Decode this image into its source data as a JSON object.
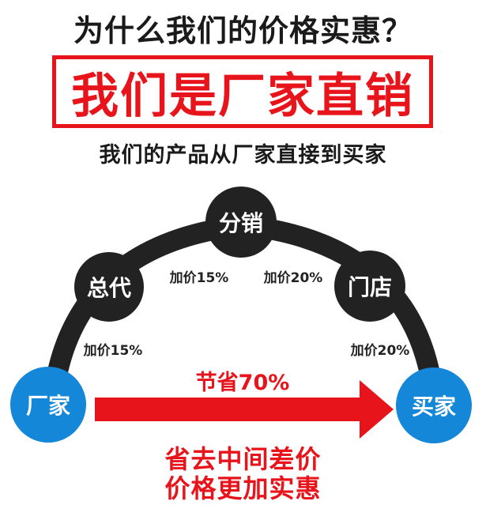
{
  "headline": "为什么我们的价格实惠？",
  "banner": "我们是厂家直销",
  "subtitle": "我们的产品从厂家直接到买家",
  "nodes": {
    "factory": "厂家",
    "general_agent": "总代",
    "distributor": "分销",
    "store": "门店",
    "buyer": "买家"
  },
  "markups": {
    "factory_to_agent": "加价15%",
    "agent_to_distributor": "加价15%",
    "distributor_to_store": "加价20%",
    "store_to_buyer": "加价20%"
  },
  "savings_label": "节省70%",
  "footer": {
    "line1": "省去中间差价",
    "line2": "价格更加实惠"
  },
  "colors": {
    "accent_red": "#e8141b",
    "node_dark": "#222222",
    "node_blue": "#1587d8"
  }
}
